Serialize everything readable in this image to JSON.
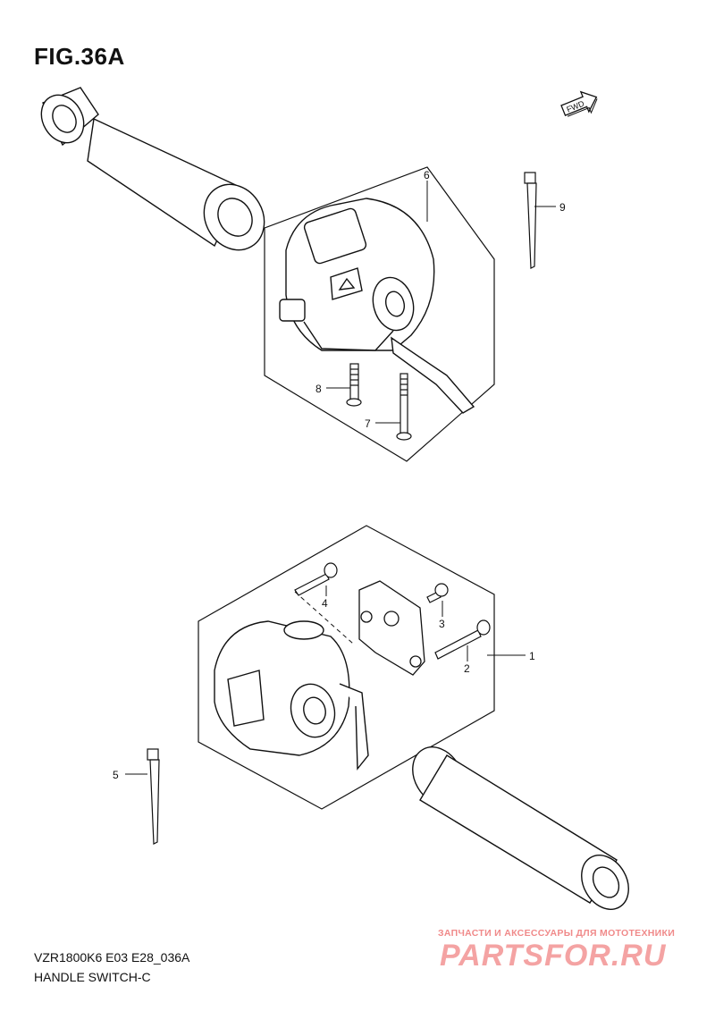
{
  "figure": {
    "title": "FIG.36A",
    "model_code": "VZR1800K6 E03 E28_036A",
    "section_title": "HANDLE SWITCH-C",
    "direction_label": "FWD"
  },
  "callouts": [
    {
      "id": "1",
      "label": "1"
    },
    {
      "id": "2",
      "label": "2"
    },
    {
      "id": "3",
      "label": "3"
    },
    {
      "id": "4",
      "label": "4"
    },
    {
      "id": "5",
      "label": "5"
    },
    {
      "id": "6",
      "label": "6"
    },
    {
      "id": "7",
      "label": "7"
    },
    {
      "id": "8",
      "label": "8"
    },
    {
      "id": "9",
      "label": "9"
    }
  ],
  "watermark": {
    "tagline": "ЗАПЧАСТИ И АКСЕССУАРЫ ДЛЯ МОТОТЕХНИКИ",
    "brand": "PARTSFOR.RU",
    "color": "#f4a3a3"
  }
}
